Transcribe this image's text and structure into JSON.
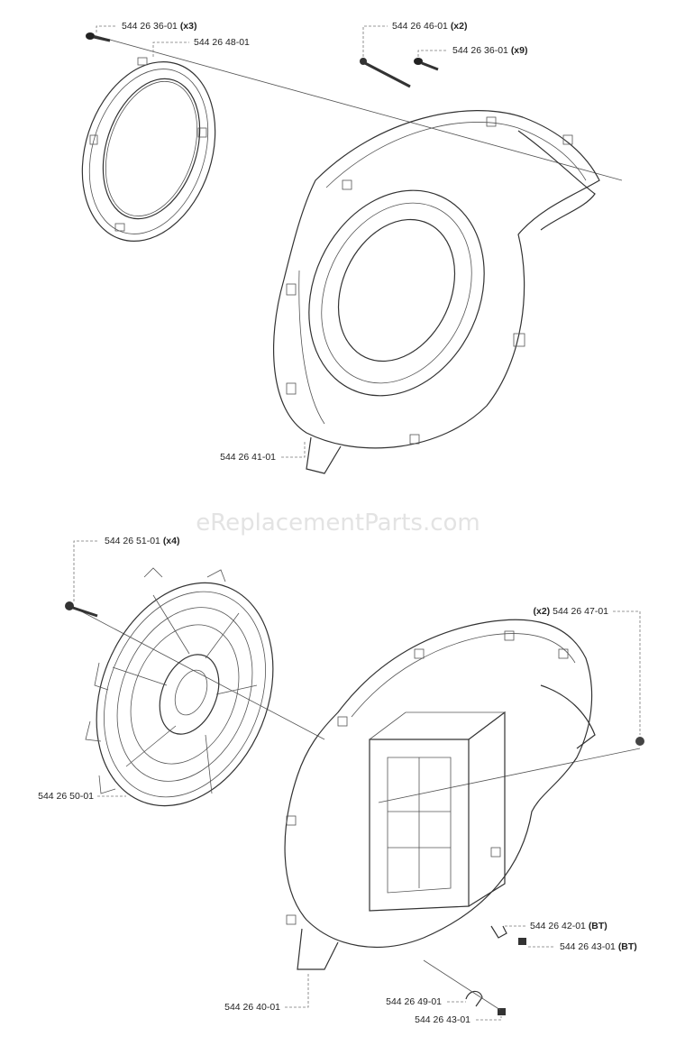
{
  "watermark": "eReplacementParts.com",
  "parts": {
    "screw_top_left": {
      "number": "544 26 36-01",
      "qty": "(x3)"
    },
    "ring_gasket": {
      "number": "544 26 48-01"
    },
    "screw_long_top": {
      "number": "544 26 46-01",
      "qty": "(x2)"
    },
    "screw_top_right": {
      "number": "544 26 36-01",
      "qty": "(x9)"
    },
    "fan_housing_cover": {
      "number": "544 26 41-01"
    },
    "fan_screw": {
      "number": "544 26 51-01",
      "qty": "(x4)"
    },
    "fan_wheel": {
      "number": "544 26 50-01"
    },
    "nut": {
      "number": "544 26 47-01",
      "qty": "(x2)"
    },
    "clamp": {
      "number": "544 26 42-01",
      "qty": "(BT)"
    },
    "clamp_screw": {
      "number": "544 26 43-01",
      "qty": "(BT)"
    },
    "fan_housing": {
      "number": "544 26 40-01"
    },
    "clip": {
      "number": "544 26 49-01"
    },
    "clip_screw": {
      "number": "544 26 43-01"
    }
  }
}
